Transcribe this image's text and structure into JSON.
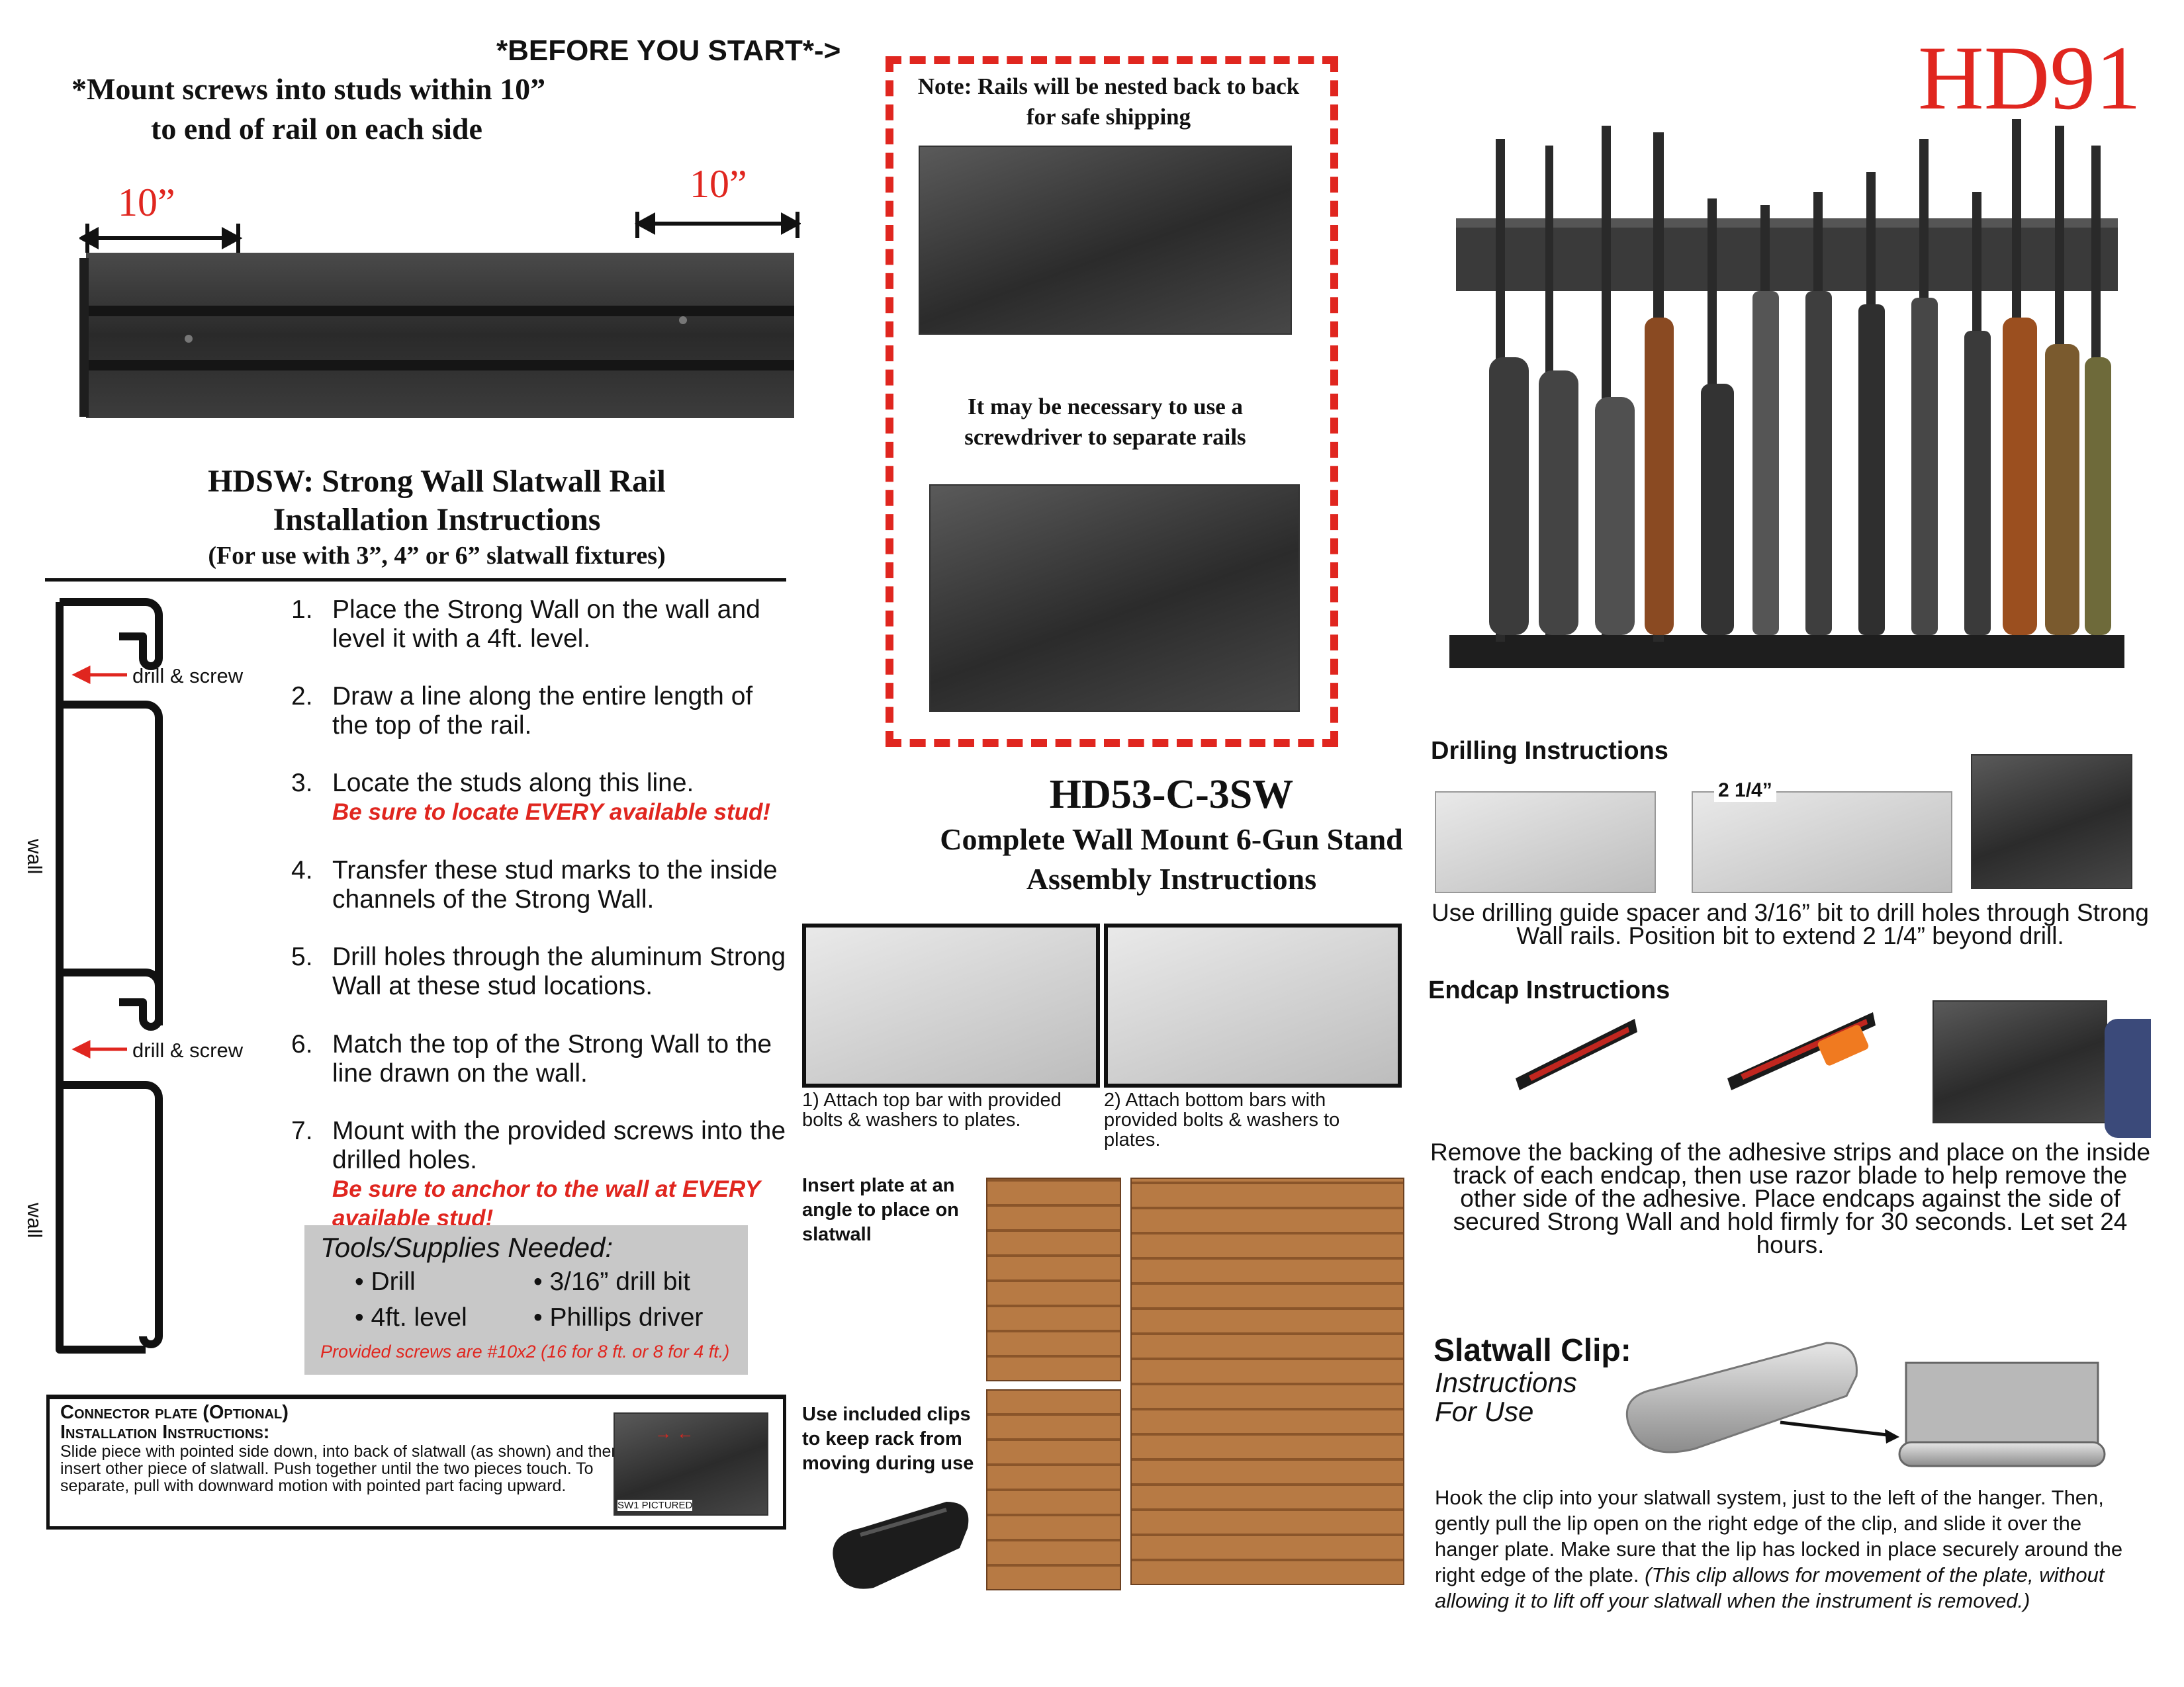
{
  "header": {
    "before_start": "*BEFORE YOU START*->",
    "mount_line1": "*Mount screws into studs within 10”",
    "mount_line2": "to end of rail on each side",
    "dim_left": "10”",
    "dim_right": "10”",
    "product_code": "HD91"
  },
  "rail_section": {
    "title_line1": "HDSW: Strong Wall Slatwall Rail",
    "title_line2": "Installation Instructions",
    "subtitle": "(For use with 3”, 4” or 6” slatwall fixtures)",
    "profile_label_drill1": "drill & screw",
    "profile_label_drill2": "drill & screw",
    "profile_label_wall1": "wall",
    "profile_label_wall2": "wall",
    "steps": [
      {
        "num": "1.",
        "text": "Place the Strong Wall on the wall and level it with a 4ft. level.",
        "note": ""
      },
      {
        "num": "2.",
        "text": "Draw a line along the entire length of the top of the rail.",
        "note": ""
      },
      {
        "num": "3.",
        "text": "Locate the studs along this line.",
        "note": "Be sure to locate EVERY available stud!"
      },
      {
        "num": "4.",
        "text": "Transfer these stud marks to the inside channels of the Strong Wall.",
        "note": ""
      },
      {
        "num": "5.",
        "text": "Drill holes through the aluminum Strong Wall at these stud locations.",
        "note": ""
      },
      {
        "num": "6.",
        "text": "Match the top of the Strong Wall to the line drawn on the wall.",
        "note": ""
      },
      {
        "num": "7.",
        "text": "Mount with the provided screws into the drilled holes.",
        "note": "Be sure to anchor to the wall at EVERY available stud!"
      }
    ],
    "tools": {
      "title": "Tools/Supplies Needed:",
      "items": [
        "• Drill",
        "• 3/16” drill bit",
        "• 4ft. level",
        "• Phillips driver"
      ],
      "note": "Provided screws are #10x2 (16 for 8 ft. or 8 for 4 ft.)"
    },
    "connector": {
      "title1": "Connector plate (Optional)",
      "title2": "Installation Instructions:",
      "body": "Slide piece with pointed side down, into back of slatwall (as shown) and then insert other piece of slatwall. Push together until the two pieces touch. To separate, pull with downward motion with pointed part facing upward.",
      "photo_label": "SW1 PICTURED"
    }
  },
  "shipping_note": {
    "note1": "Note: Rails will be nested back to back for safe shipping",
    "note2": "It may be necessary to use a screwdriver to separate rails"
  },
  "stand_section": {
    "title": "HD53-C-3SW",
    "subtitle1": "Complete Wall Mount 6-Gun Stand",
    "subtitle2": "Assembly Instructions",
    "step1": "1) Attach top bar with provided bolts & washers to plates.",
    "step2": "2) Attach bottom bars with provided bolts & washers to plates.",
    "insert_plate": "Insert plate at an angle to place on slatwall",
    "use_clips": "Use included clips to keep rack from moving during use"
  },
  "drilling": {
    "title": "Drilling Instructions",
    "measure": "2 1/4”",
    "body": "Use drilling guide spacer and 3/16” bit to drill holes through Strong Wall rails. Position bit to extend 2 1/4” beyond drill."
  },
  "endcap": {
    "title": "Endcap Instructions",
    "body": "Remove the backing of the adhesive strips and place on the inside track of each endcap, then use razor blade to help remove the other side of the adhesive. Place endcaps against the side of secured Strong Wall and hold firmly for 30 seconds. Let set 24 hours."
  },
  "clip": {
    "title": "Slatwall Clip:",
    "sub1": "Instructions",
    "sub2": "For Use",
    "body": "Hook the clip into your slatwall system, just to the left of the hanger. Then, gently pull the lip open on the right edge of the clip, and slide it over the hanger plate.  Make sure that the lip has locked in place securely around the right edge of the plate.",
    "note": "(This clip allows for movement of the plate, without allowing it to lift off your slatwall when the instrument is removed.)"
  },
  "colors": {
    "accent_red": "#e0261f",
    "tools_bg": "#c8c8c8",
    "rail_dark": "#2e2e2e"
  }
}
